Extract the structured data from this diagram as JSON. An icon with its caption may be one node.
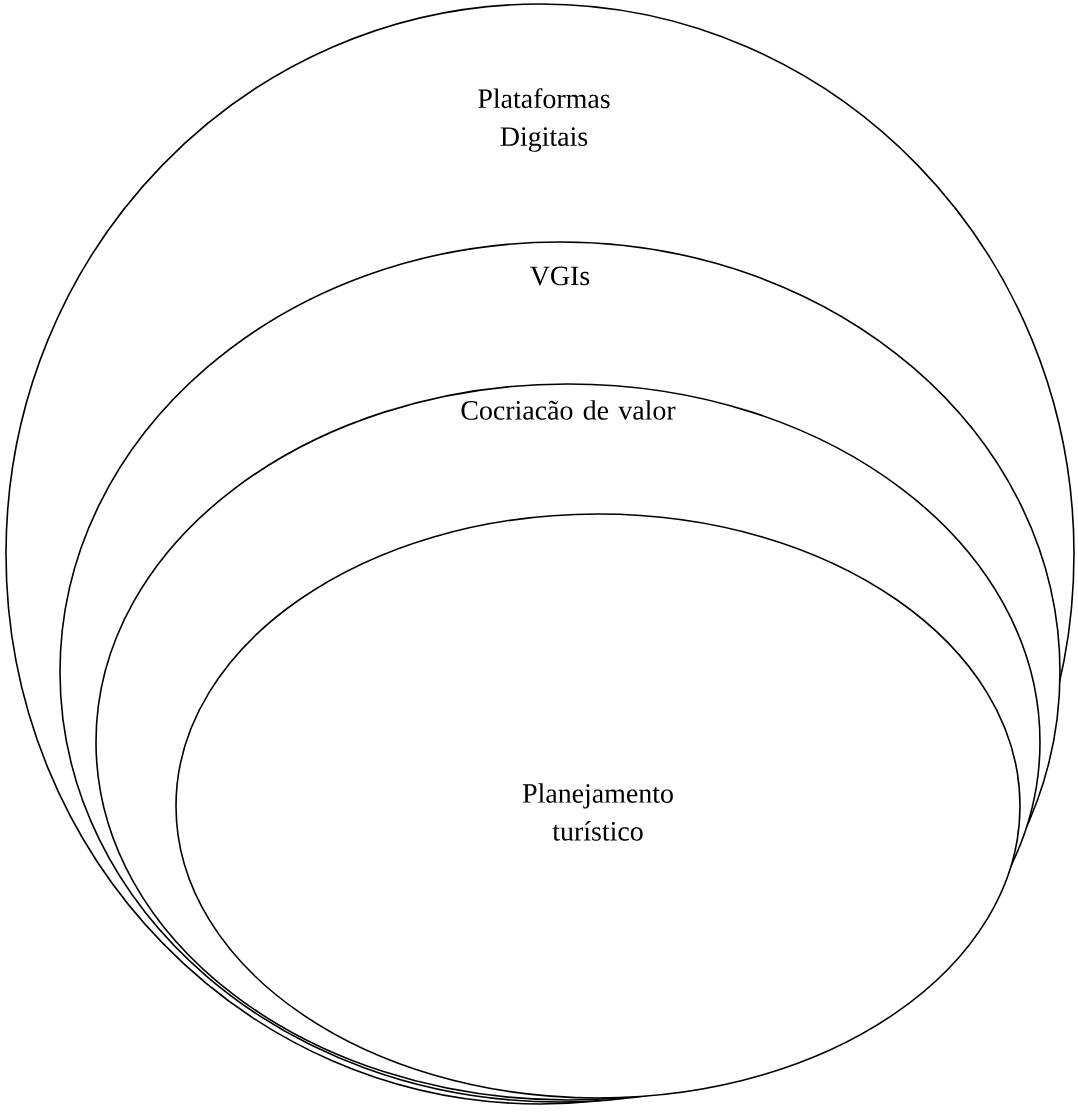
{
  "diagram": {
    "nodes": [
      {
        "text": [
          "Plataformas Digitais"
        ]
      },
      {
        "text": [
          "VGIs"
        ],
        "in": 0
      },
      {
        "text": [
          "Cocriacão de valor"
        ],
        "in": 1
      },
      {
        "text": [
          "Planejamento turístico"
        ],
        "in": 2
      }
    ]
  }
}
